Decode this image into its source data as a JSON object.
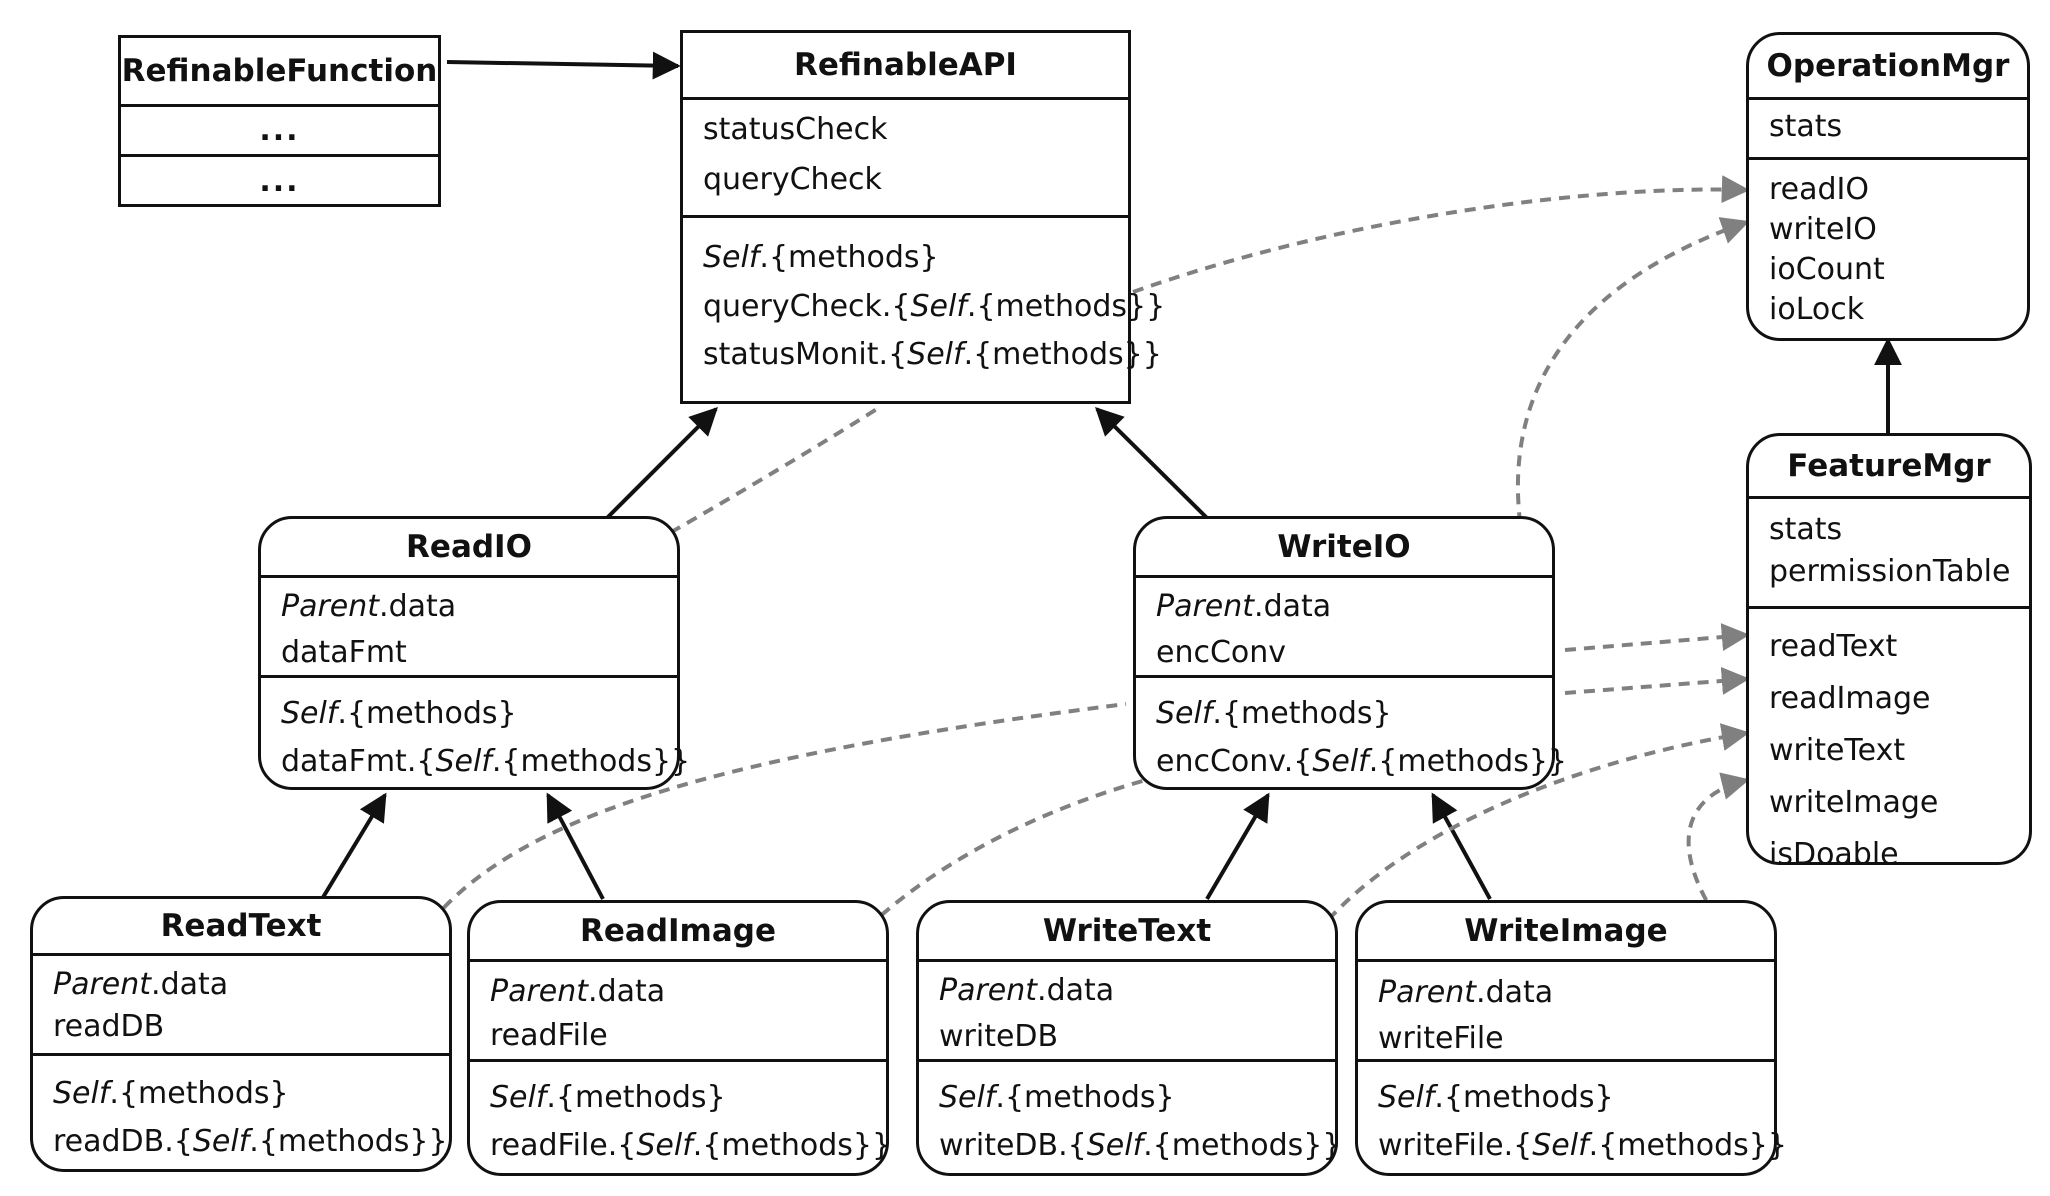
{
  "boxes": {
    "refinable_function": {
      "title": "RefinableFunction",
      "attrs": "...",
      "methods": "..."
    },
    "refinable_api": {
      "title": "RefinableAPI",
      "attrs": [
        "statusCheck",
        "queryCheck"
      ],
      "methods": [
        {
          "pre": "",
          "self": "Self",
          "post": ".{methods}"
        },
        {
          "pre": "queryCheck.{",
          "self": "Self",
          "post": ".{methods}}"
        },
        {
          "pre": "statusMonit.{",
          "self": "Self",
          "post": ".{methods}}"
        }
      ]
    },
    "operation_mgr": {
      "title": "OperationMgr",
      "attrs": [
        "stats"
      ],
      "methods": [
        "readIO",
        "writeIO",
        "ioCount",
        "ioLock"
      ]
    },
    "feature_mgr": {
      "title": "FeatureMgr",
      "attrs": [
        "stats",
        "permissionTable"
      ],
      "methods": [
        "readText",
        "readImage",
        "writeText",
        "writeImage",
        "isDoable"
      ]
    },
    "read_io": {
      "title": "ReadIO",
      "parent": "Parent",
      "parent_field": ".data",
      "attr2": "dataFmt",
      "methods": [
        {
          "pre": "",
          "self": "Self",
          "post": ".{methods}"
        },
        {
          "pre": "dataFmt.{",
          "self": "Self",
          "post": ".{methods}}"
        }
      ]
    },
    "write_io": {
      "title": "WriteIO",
      "parent": "Parent",
      "parent_field": ".data",
      "attr2": "encConv",
      "methods": [
        {
          "pre": "",
          "self": "Self",
          "post": ".{methods}"
        },
        {
          "pre": "encConv.{",
          "self": "Self",
          "post": ".{methods}}"
        }
      ]
    },
    "read_text": {
      "title": "ReadText",
      "parent": "Parent",
      "parent_field": ".data",
      "attr2": "readDB",
      "methods": [
        {
          "pre": "",
          "self": "Self",
          "post": ".{methods}"
        },
        {
          "pre": "readDB.{",
          "self": "Self",
          "post": ".{methods}}"
        }
      ]
    },
    "read_image": {
      "title": "ReadImage",
      "parent": "Parent",
      "parent_field": ".data",
      "attr2": "readFile",
      "methods": [
        {
          "pre": "",
          "self": "Self",
          "post": ".{methods}"
        },
        {
          "pre": "readFile.{",
          "self": "Self",
          "post": ".{methods}}"
        }
      ]
    },
    "write_text": {
      "title": "WriteText",
      "parent": "Parent",
      "parent_field": ".data",
      "attr2": "writeDB",
      "methods": [
        {
          "pre": "",
          "self": "Self",
          "post": ".{methods}"
        },
        {
          "pre": "writeDB.{",
          "self": "Self",
          "post": ".{methods}}"
        }
      ]
    },
    "write_image": {
      "title": "WriteImage",
      "parent": "Parent",
      "parent_field": ".data",
      "attr2": "writeFile",
      "methods": [
        {
          "pre": "",
          "self": "Self",
          "post": ".{methods}"
        },
        {
          "pre": "writeFile.{",
          "self": "Self",
          "post": ".{methods}}"
        }
      ]
    }
  },
  "colors": {
    "solid_edge": "#111111",
    "dashed_edge": "#808080"
  }
}
